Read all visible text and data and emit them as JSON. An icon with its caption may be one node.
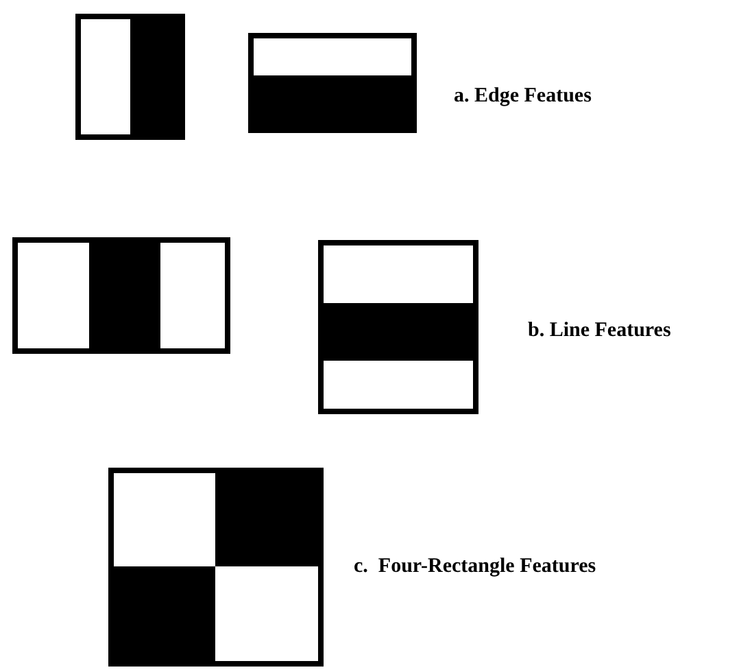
{
  "diagram": {
    "labels": [
      "a. Edge Featues",
      "b. Line Features",
      "c.  Four-Rectangle Features"
    ]
  }
}
